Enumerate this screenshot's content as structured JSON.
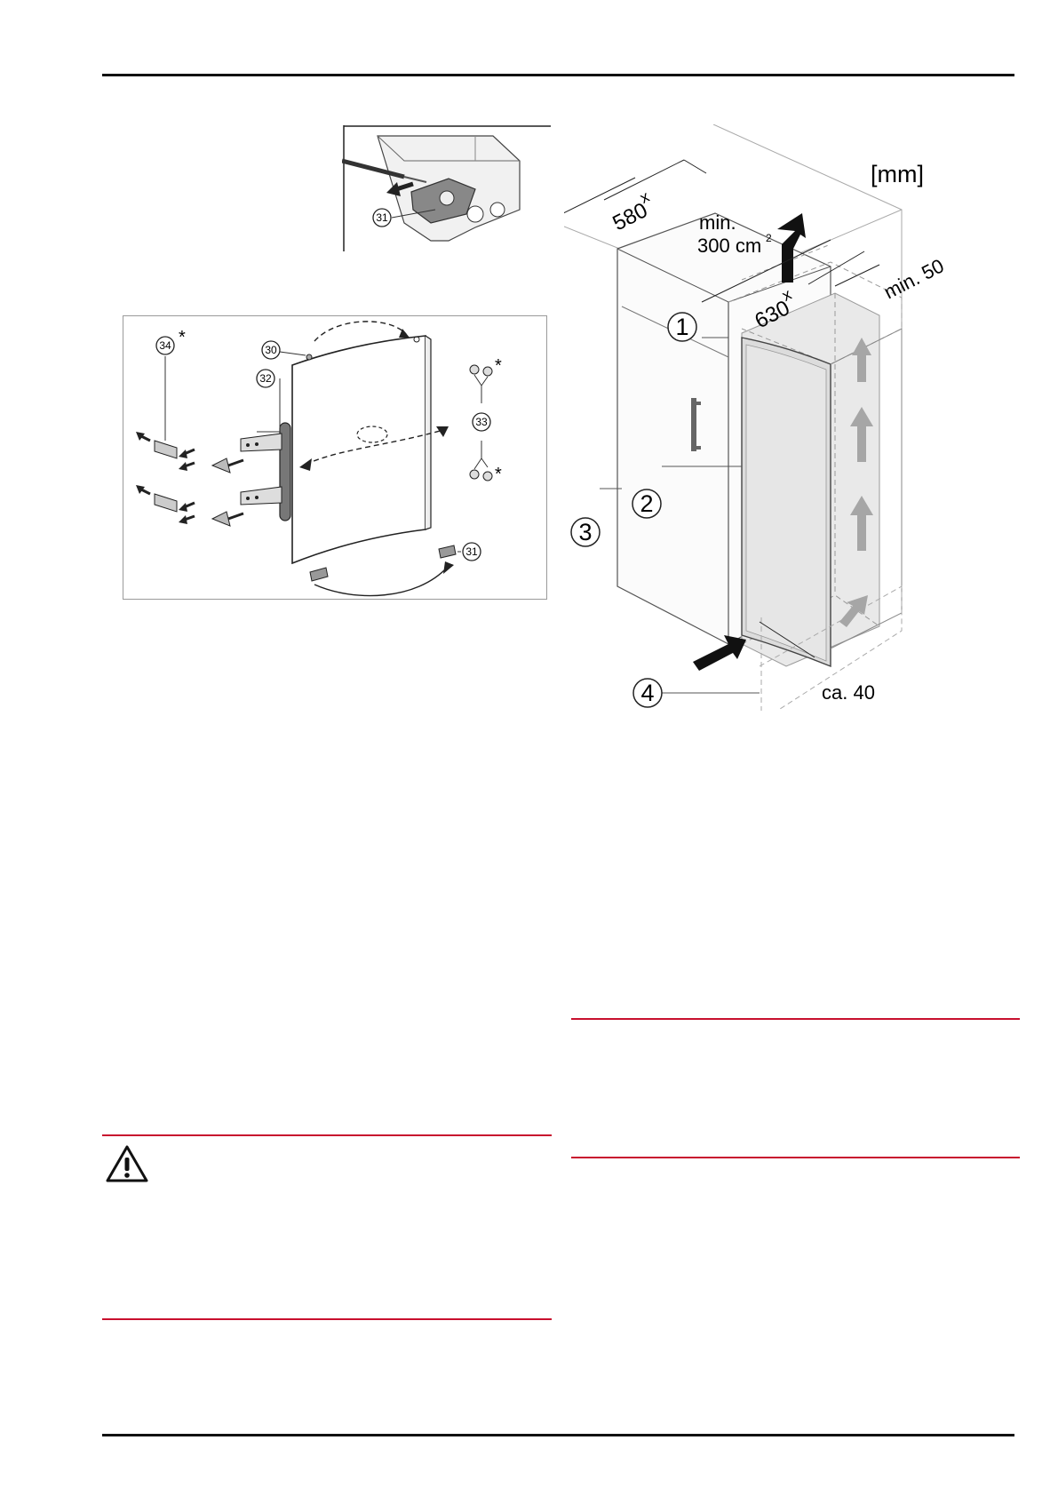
{
  "detail_figure": {
    "callout_31": "31"
  },
  "door_figure": {
    "callouts": {
      "c34": "34",
      "c30": "30",
      "c32": "32",
      "c33": "33",
      "c31": "31"
    },
    "star": "*"
  },
  "install_figure": {
    "unit": "[mm]",
    "depth": "580",
    "width": "630",
    "vent_line1": "min.",
    "vent_line2": "300 cm",
    "vent_sup": "2",
    "top_gap": "min. 50",
    "bottom_gap": "ca. 40",
    "x_mark": "x",
    "labels": {
      "n1": "1",
      "n2": "2",
      "n3": "3",
      "n4": "4"
    }
  }
}
